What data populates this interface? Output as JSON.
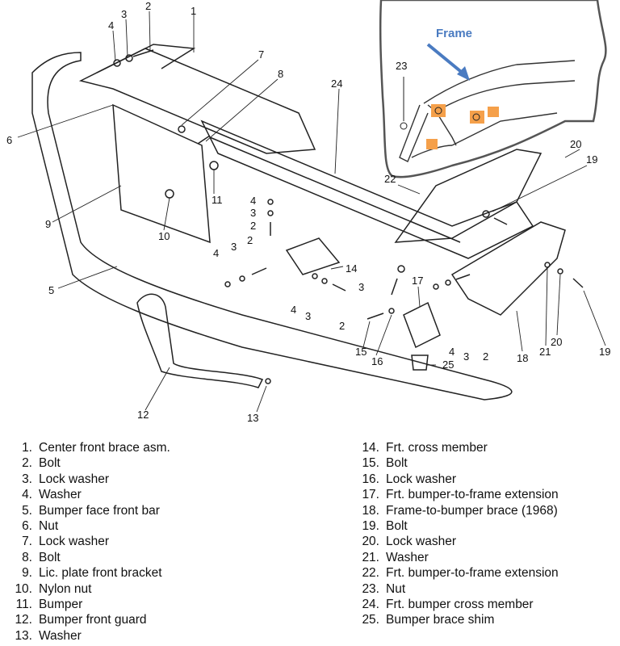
{
  "inset": {
    "frame_label": "Frame",
    "accent_color": "#4a7bc1",
    "highlight_color": "#f5a04a"
  },
  "callouts": {
    "n1": "1",
    "n2": "2",
    "n3": "3",
    "n4": "4",
    "n5": "5",
    "n6": "6",
    "n7": "7",
    "n8": "8",
    "n9": "9",
    "n10": "10",
    "n11": "11",
    "n12": "12",
    "n13": "13",
    "n14": "14",
    "n15": "15",
    "n16": "16",
    "n17": "17",
    "n18": "18",
    "n19": "19",
    "n20": "20",
    "n21": "21",
    "n22": "22",
    "n23": "23",
    "n24": "24",
    "n25": "25"
  },
  "legend": {
    "left": [
      {
        "num": "1.",
        "label": "Center front brace asm."
      },
      {
        "num": "2.",
        "label": "Bolt"
      },
      {
        "num": "3.",
        "label": "Lock washer"
      },
      {
        "num": "4.",
        "label": "Washer"
      },
      {
        "num": "5.",
        "label": "Bumper face front bar"
      },
      {
        "num": "6.",
        "label": "Nut"
      },
      {
        "num": "7.",
        "label": "Lock washer"
      },
      {
        "num": "8.",
        "label": "Bolt"
      },
      {
        "num": "9.",
        "label": "Lic. plate front bracket"
      },
      {
        "num": "10.",
        "label": "Nylon nut"
      },
      {
        "num": "11.",
        "label": "Bumper"
      },
      {
        "num": "12.",
        "label": "Bumper front guard"
      },
      {
        "num": "13.",
        "label": "Washer"
      }
    ],
    "right": [
      {
        "num": "14.",
        "label": "Frt. cross member"
      },
      {
        "num": "15.",
        "label": "Bolt"
      },
      {
        "num": "16.",
        "label": "Lock washer"
      },
      {
        "num": "17.",
        "label": "Frt. bumper-to-frame extension"
      },
      {
        "num": "18.",
        "label": "Frame-to-bumper brace (1968)"
      },
      {
        "num": "19.",
        "label": "Bolt"
      },
      {
        "num": "20.",
        "label": "Lock washer"
      },
      {
        "num": "21.",
        "label": "Washer"
      },
      {
        "num": "22.",
        "label": "Frt. bumper-to-frame extension"
      },
      {
        "num": "23.",
        "label": "Nut"
      },
      {
        "num": "24.",
        "label": "Frt. bumper cross member"
      },
      {
        "num": "25.",
        "label": "Bumper brace shim"
      }
    ]
  }
}
